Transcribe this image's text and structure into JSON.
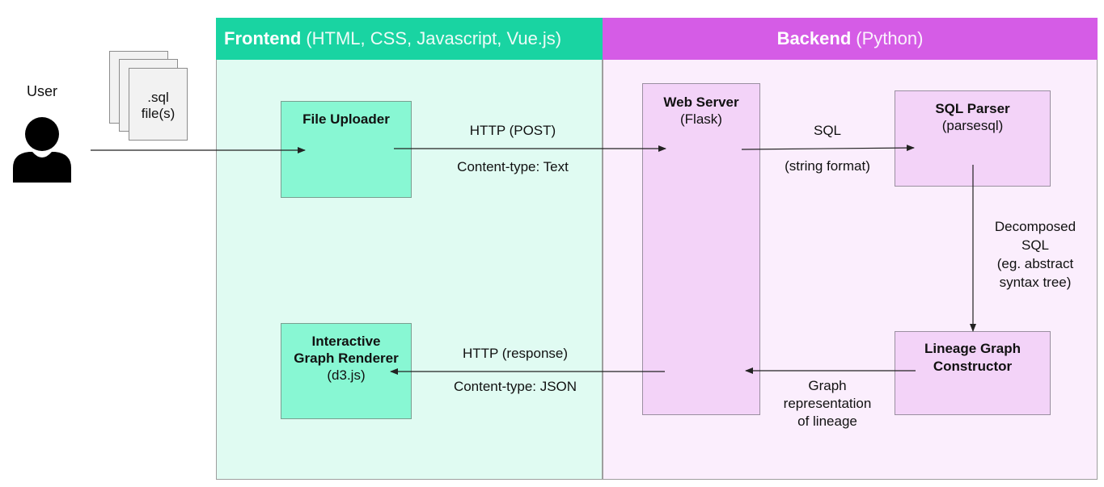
{
  "user": {
    "label": "User"
  },
  "files": {
    "label_line1": ".sql",
    "label_line2": "file(s)"
  },
  "frontend": {
    "title": "Frontend",
    "subtitle": "(HTML, CSS, Javascript, Vue.js)"
  },
  "backend": {
    "title": "Backend",
    "subtitle": "(Python)"
  },
  "file_uploader": {
    "title": "File Uploader"
  },
  "graph_renderer": {
    "title_line1": "Interactive",
    "title_line2": "Graph Renderer",
    "sub": "(d3.js)"
  },
  "web_server": {
    "title": "Web Server",
    "sub": "(Flask)"
  },
  "sql_parser": {
    "title": "SQL Parser",
    "sub": "(parsesql)"
  },
  "lineage_constructor": {
    "title_line1": "Lineage Graph",
    "title_line2": "Constructor"
  },
  "edges": {
    "upload_to_server": {
      "line1": "HTTP (POST)",
      "line2": "Content-type: Text"
    },
    "server_to_parser": {
      "line1": "SQL",
      "line2": "(string format)"
    },
    "parser_to_lineage": {
      "line1": "Decomposed",
      "line2": "SQL",
      "line3": "(eg. abstract",
      "line4": "syntax tree)"
    },
    "lineage_to_server": {
      "line1": "Graph",
      "line2": "representation",
      "line3": "of lineage"
    },
    "server_to_renderer": {
      "line1": "HTTP (response)",
      "line2": "Content-type: JSON"
    }
  },
  "colors": {
    "frontend_header": "#19d4a2",
    "frontend_panel": "#e0fbf2",
    "frontend_box": "#88f7d3",
    "backend_header": "#d55ce6",
    "backend_panel": "#fbeefd",
    "backend_box": "#f3d3f8"
  }
}
